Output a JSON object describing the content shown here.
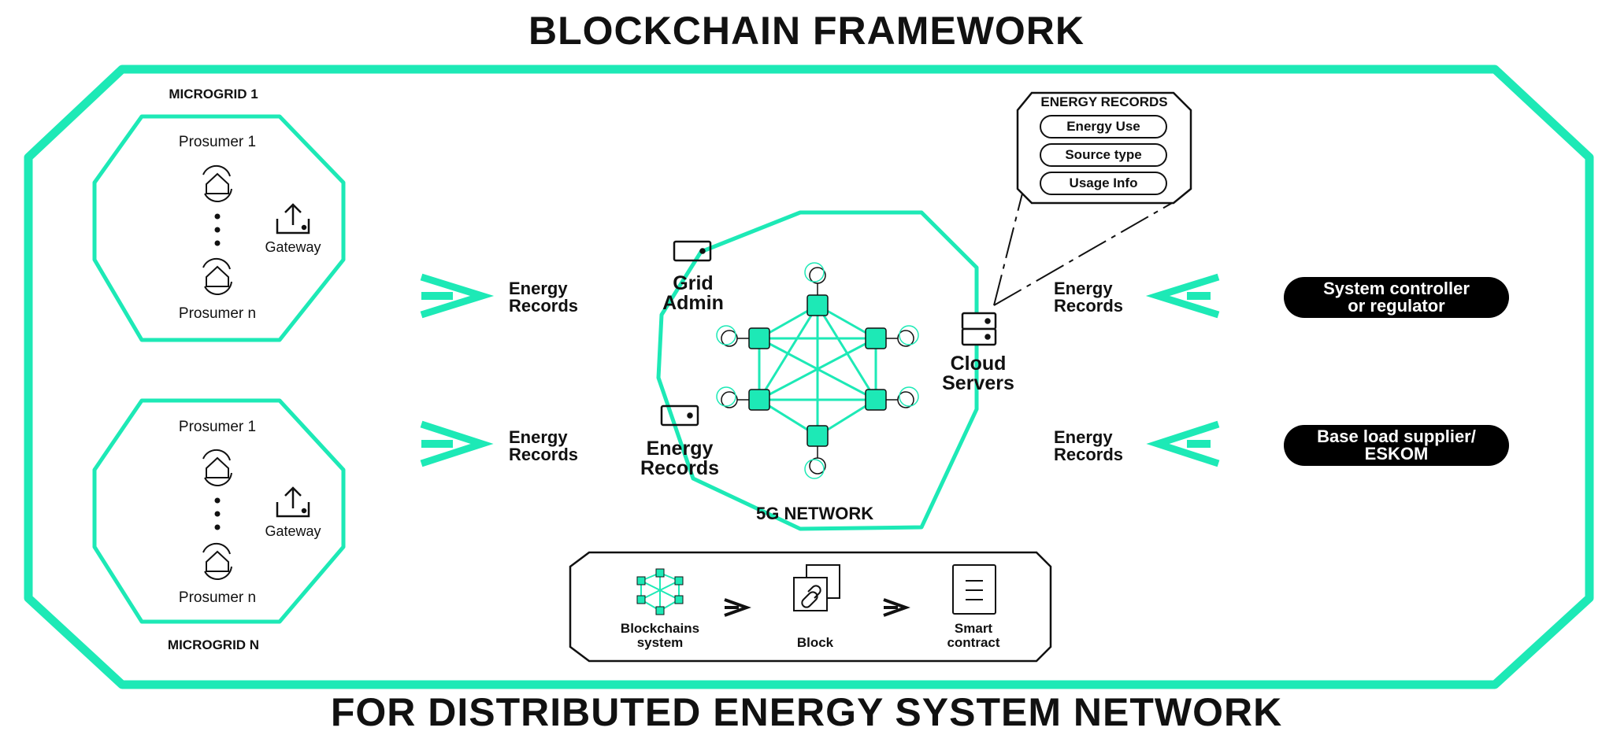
{
  "title": "BLOCKCHAIN FRAMEWORK",
  "subtitle": "FOR DISTRIBUTED ENERGY SYSTEM NETWORK",
  "accent_color": "#1de9b6",
  "microgrids": [
    {
      "label": "MICROGRID 1",
      "top_prosumer": "Prosumer 1",
      "bottom_prosumer": "Prosumer n",
      "gateway": "Gateway"
    },
    {
      "label": "MICROGRID N",
      "top_prosumer": "Prosumer 1",
      "bottom_prosumer": "Prosumer n",
      "gateway": "Gateway"
    }
  ],
  "energy_records_label": "Energy Records",
  "energy_records_line1": "Energy",
  "energy_records_line2": "Records",
  "network": {
    "label": "5G NETWORK",
    "grid_admin_line1": "Grid",
    "grid_admin_line2": "Admin",
    "cloud_line1": "Cloud",
    "cloud_line2": "Servers"
  },
  "energy_records_box": {
    "heading": "ENERGY RECORDS",
    "items": [
      "Energy Use",
      "Source type",
      "Usage Info"
    ]
  },
  "external": {
    "regulator_line1": "System controller",
    "regulator_line2": "or regulator",
    "supplier_line1": "Base load supplier/",
    "supplier_line2": "ESKOM"
  },
  "legend": {
    "blockchain_line1": "Blockchains",
    "blockchain_line2": "system",
    "block": "Block",
    "contract_line1": "Smart",
    "contract_line2": "contract"
  }
}
